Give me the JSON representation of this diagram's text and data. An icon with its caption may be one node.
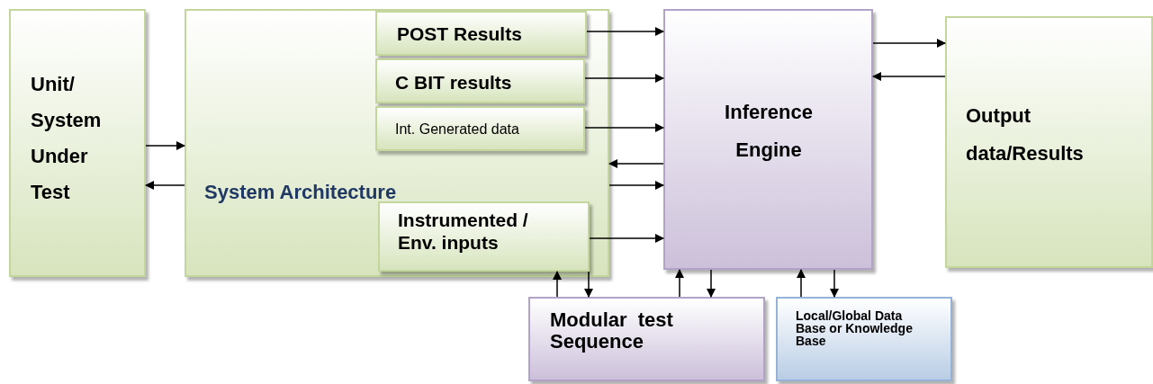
{
  "diagram": {
    "nodes": [
      {
        "text": [
          "Unit/ System Under Test"
        ]
      },
      {
        "text": [
          "System Architecture"
        ]
      },
      {
        "text": [
          "POST Results"
        ],
        "in": 1
      },
      {
        "text": [
          "C BIT results"
        ],
        "in": 1
      },
      {
        "text": [
          "Int. Generated data"
        ],
        "in": 1
      },
      {
        "text": [
          "Instrumented / Env. inputs"
        ],
        "in": 1
      },
      {
        "text": [
          "Inference Engine"
        ]
      },
      {
        "text": [
          "Output data/Results"
        ]
      },
      {
        "text": [
          "Modular  test Sequence"
        ]
      },
      {
        "text": [
          "Local/Global Data Base or Knowledge Base"
        ]
      }
    ],
    "edges": [
      {
        "from": 0,
        "to": 1,
        "arrow": "to"
      },
      {
        "from": 1,
        "to": 0,
        "arrow": "to"
      },
      {
        "from": 2,
        "to": 6,
        "arrow": "to"
      },
      {
        "from": 3,
        "to": 6,
        "arrow": "to"
      },
      {
        "from": 4,
        "to": 6,
        "arrow": "to"
      },
      {
        "from": 6,
        "to": 1,
        "arrow": "to"
      },
      {
        "from": 1,
        "to": 6,
        "arrow": "to"
      },
      {
        "from": 5,
        "to": 6,
        "arrow": "to"
      },
      {
        "from": 6,
        "to": 7,
        "arrow": "to"
      },
      {
        "from": 7,
        "to": 6,
        "arrow": "to"
      },
      {
        "from": 8,
        "to": 5,
        "arrow": "to"
      },
      {
        "from": 5,
        "to": 8,
        "arrow": "to"
      },
      {
        "from": 8,
        "to": 6,
        "arrow": "to"
      },
      {
        "from": 6,
        "to": 8,
        "arrow": "to"
      },
      {
        "from": 9,
        "to": 6,
        "arrow": "to"
      },
      {
        "from": 6,
        "to": 9,
        "arrow": "to"
      }
    ]
  }
}
